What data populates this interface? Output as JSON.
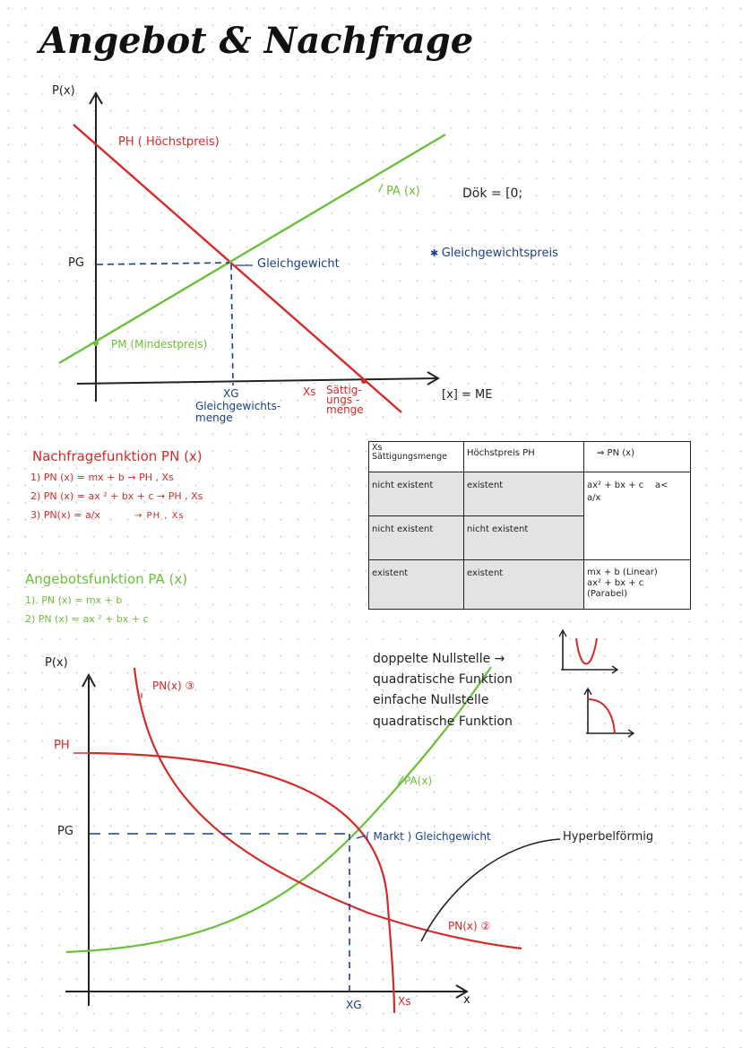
{
  "title": "Angebot & Nachfrage",
  "graph1": {
    "y_axis": "P(x)",
    "x_axis_unit": "[x] = ME",
    "ph_label": "PH ( Höchstpreis)",
    "pa_label": "PA (x)",
    "dok": "Dök = [0;",
    "pg": "PG",
    "gleichgewicht": "Gleichgewicht",
    "gleichgewichtspreis": "Gleichgewichtspreis",
    "pm_label": "PM (Mindestpreis)",
    "xg": "XG",
    "gleichgewichtsmenge": "Gleichgewichts-\nmenge",
    "xs": "Xs",
    "saettigungsmenge": "Sättig-\nungs -\nmenge"
  },
  "nachfrage": {
    "heading": "Nachfragefunktion PN (x)",
    "items": [
      "1) PN (x) = mx + b → PH , Xs",
      "2) PN (x) = ax ² + bx + c → PH , Xs",
      "3) PN(x) = a/x",
      "→ PH , Xs"
    ]
  },
  "angebot": {
    "heading": "Angebotsfunktion PA (x)",
    "items": [
      "1). PN (x) = mx + b",
      "2) PN (x) = ax ² + bx + c"
    ]
  },
  "table": {
    "headers": [
      "Xs\nSättigungsmenge",
      "Höchstpreis PH",
      "⇒ PN (x)"
    ],
    "rows": [
      [
        "nicht existent",
        "existent",
        "ax² + bx + c    a<\na/x"
      ],
      [
        "nicht existent",
        "nicht existent",
        ""
      ],
      [
        "existent",
        "existent",
        "mx + b (Linear)\nax² + bx + c\n(Parabel)"
      ]
    ]
  },
  "notes": {
    "line1": "doppelte Nullstelle →",
    "line2": "quadratische Funktion",
    "line3": "einfache Nullstelle",
    "line4": "quadratische Funktion"
  },
  "graph2": {
    "y_axis": "P(x)",
    "ph": "PH",
    "pg": "PG",
    "pn3": "PN(x) ③",
    "pa": "PA(x)",
    "markt": "( Markt ) Gleichgewicht",
    "hyperbel": "Hyperbelförmig",
    "pn2": "PN(x) ②",
    "xg": "XG",
    "xs": "Xs",
    "x_arrow": "x"
  },
  "colors": {
    "red": "#d42b2b",
    "green": "#6bbf3a",
    "blue": "#1d3f8a",
    "black": "#222222",
    "table_shade": "#e3e3e3"
  }
}
